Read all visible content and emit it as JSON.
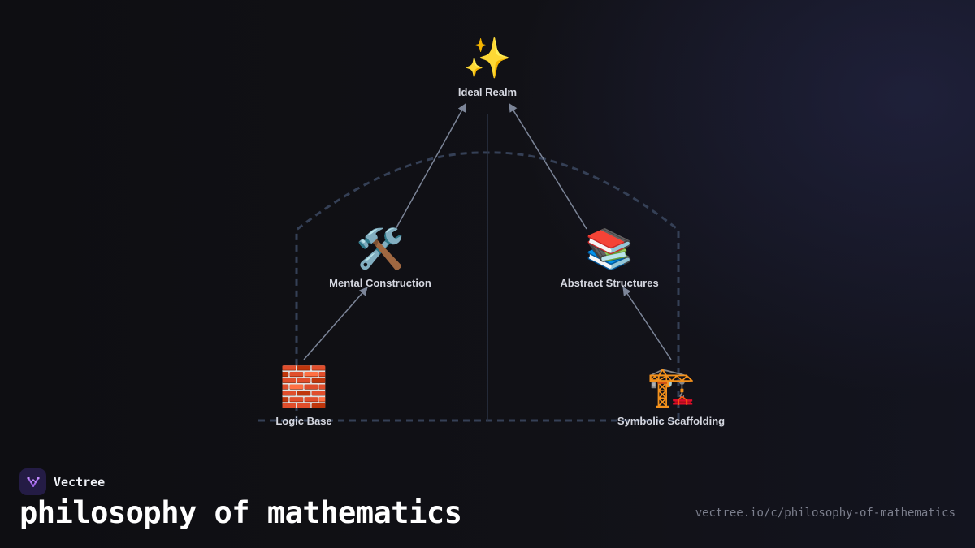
{
  "diagram": {
    "nodes": [
      {
        "id": "ideal-realm",
        "icon": "sparkles-icon",
        "glyph": "✨",
        "label": "Ideal Realm"
      },
      {
        "id": "mental-construction",
        "icon": "hammer-and-wrench-icon",
        "glyph": "🛠️",
        "label": "Mental Construction"
      },
      {
        "id": "abstract-structures",
        "icon": "books-icon",
        "glyph": "📚",
        "label": "Abstract Structures"
      },
      {
        "id": "logic-base",
        "icon": "brick-icon",
        "glyph": "🧱",
        "label": "Logic Base"
      },
      {
        "id": "symbolic-scaffolding",
        "icon": "construction-crane-icon",
        "glyph": "🏗️",
        "label": "Symbolic Scaffolding"
      }
    ],
    "edges": [
      {
        "from": "logic-base",
        "to": "mental-construction"
      },
      {
        "from": "mental-construction",
        "to": "ideal-realm"
      },
      {
        "from": "symbolic-scaffolding",
        "to": "abstract-structures"
      },
      {
        "from": "abstract-structures",
        "to": "ideal-realm"
      }
    ],
    "colors": {
      "arrow": "#7c8598",
      "dashed_outline": "#354056",
      "center_line": "#2a3344"
    }
  },
  "footer": {
    "brand": "Vectree",
    "title": "philosophy of mathematics",
    "url": "vectree.io/c/philosophy-of-mathematics"
  }
}
